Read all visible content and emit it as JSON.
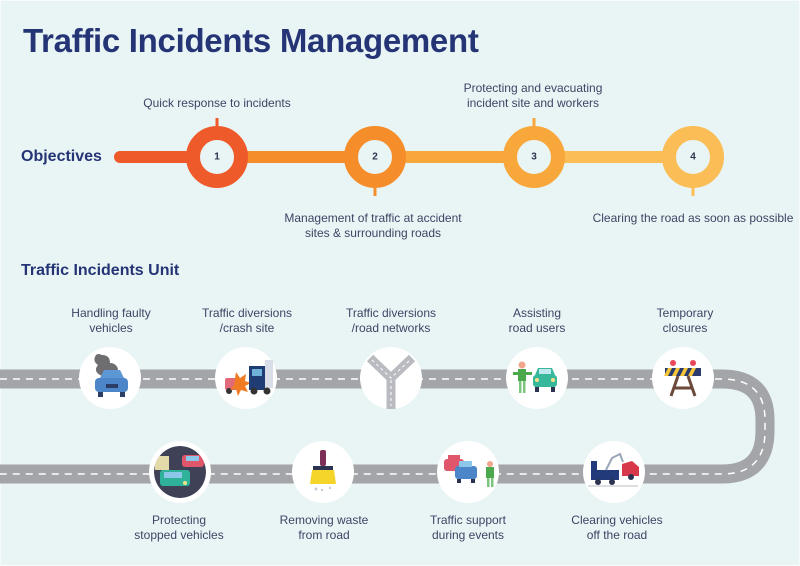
{
  "title": "Traffic Incidents Management",
  "objectives": {
    "heading": "Objectives",
    "colors": [
      "#ef5a2b",
      "#f58e2a",
      "#f8a73a",
      "#fbbd55"
    ],
    "items": [
      {
        "number": "1",
        "label": "Quick response to incidents",
        "label_position": "above"
      },
      {
        "number": "2",
        "label": "Management of traffic at accident\nsites & surrounding roads",
        "label_position": "below"
      },
      {
        "number": "3",
        "label": "Protecting and evacuating\nincident site and workers",
        "label_position": "above"
      },
      {
        "number": "4",
        "label": "Clearing the road as soon as possible",
        "label_position": "below"
      }
    ]
  },
  "unit": {
    "heading": "Traffic Incidents Unit",
    "road_color": "#a3a5a8",
    "top_row": [
      {
        "label": "Handling faulty\nvehicles",
        "icon": "smoking-car-icon"
      },
      {
        "label": "Traffic diversions\n/crash site",
        "icon": "truck-crash-icon"
      },
      {
        "label": "Traffic diversions\n/road networks",
        "icon": "road-junction-icon"
      },
      {
        "label": "Assisting\nroad users",
        "icon": "person-with-car-icon"
      },
      {
        "label": "Temporary\nclosures",
        "icon": "road-barrier-icon"
      }
    ],
    "bottom_row": [
      {
        "label": "Protecting\nstopped vehicles",
        "icon": "stopped-vehicles-icon"
      },
      {
        "label": "Removing waste\nfrom road",
        "icon": "broom-icon"
      },
      {
        "label": "Traffic support\nduring events",
        "icon": "traffic-officer-icon"
      },
      {
        "label": "Clearing vehicles\noff the road",
        "icon": "tow-truck-icon"
      }
    ]
  }
}
